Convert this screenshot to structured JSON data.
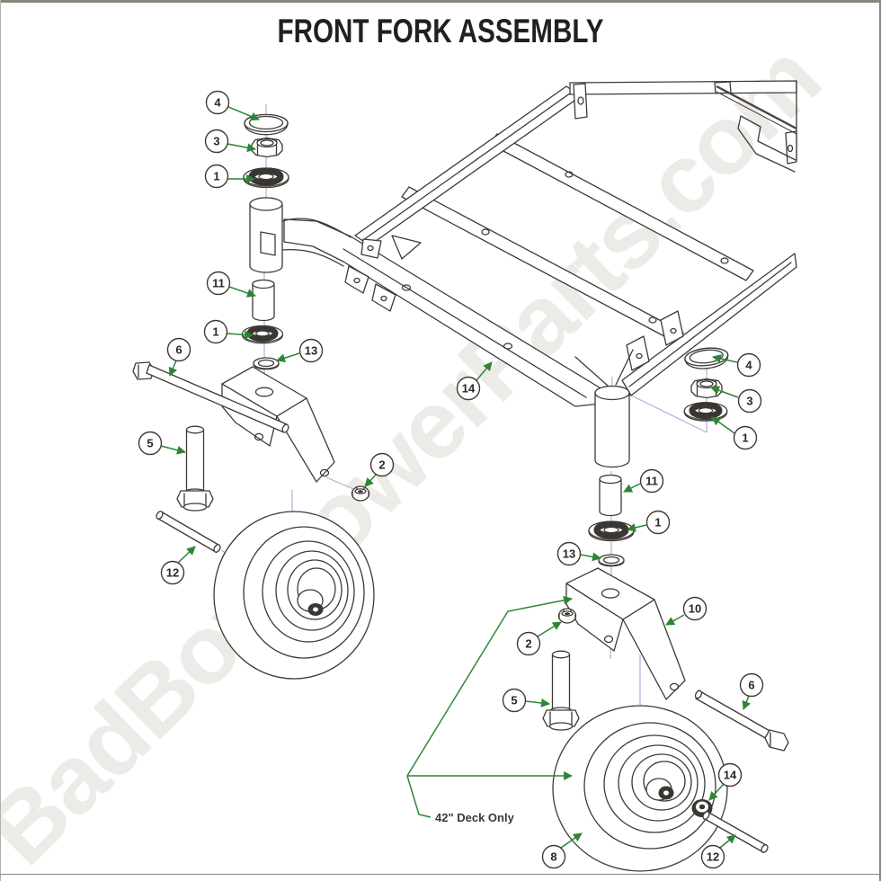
{
  "title": {
    "text": "FRONT FORK ASSEMBLY"
  },
  "watermark": {
    "text": "BadBoyMowerParts.com"
  },
  "note": {
    "text": "42\" Deck Only"
  },
  "callouts": [
    {
      "label": "4"
    },
    {
      "label": "3"
    },
    {
      "label": "1"
    },
    {
      "label": "11"
    },
    {
      "label": "1"
    },
    {
      "label": "13"
    },
    {
      "label": "6"
    },
    {
      "label": "5"
    },
    {
      "label": "2"
    },
    {
      "label": "12"
    },
    {
      "label": "14"
    },
    {
      "label": "4"
    },
    {
      "label": "3"
    },
    {
      "label": "1"
    },
    {
      "label": "11"
    },
    {
      "label": "1"
    },
    {
      "label": "13"
    },
    {
      "label": "2"
    },
    {
      "label": "10"
    },
    {
      "label": "5"
    },
    {
      "label": "6"
    },
    {
      "label": "8"
    },
    {
      "label": "14"
    },
    {
      "label": "12"
    }
  ],
  "colors": {
    "line": "#3e3a36",
    "arrow_green": "#2e8535",
    "construction_line": "#b4aed8",
    "watermark": "#edebe7",
    "background": "#ffffff",
    "border": "#8b867d"
  }
}
